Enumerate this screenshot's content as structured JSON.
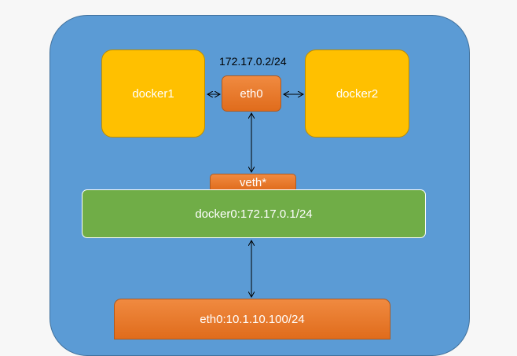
{
  "host": {
    "label": ""
  },
  "containers": [
    {
      "id": "docker1",
      "label": "docker1"
    },
    {
      "id": "docker2",
      "label": "docker2"
    }
  ],
  "container_nic": {
    "label": "eth0",
    "ip": "172.17.0.2/24"
  },
  "veth": {
    "label": "veth*"
  },
  "bridge": {
    "label": "docker0:172.17.0.1/24"
  },
  "host_nic": {
    "label": "eth0:10.1.10.100/24"
  },
  "colors": {
    "host": "#5b9bd5",
    "container": "#ffc000",
    "nic": "#ed7d31",
    "bridge": "#70ad47"
  }
}
